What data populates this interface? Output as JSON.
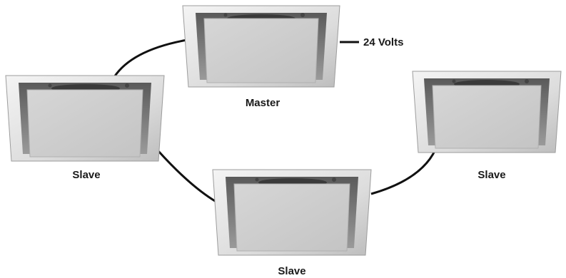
{
  "diagram": {
    "units": [
      {
        "id": "master",
        "label": "Master"
      },
      {
        "id": "slave-left",
        "label": "Slave"
      },
      {
        "id": "slave-bottom",
        "label": "Slave"
      },
      {
        "id": "slave-right",
        "label": "Slave"
      }
    ],
    "power_label": "24 Volts",
    "colors": {
      "wire": "#111111",
      "frame": "#dcdcdc",
      "panel": "#cfcfcf",
      "shadow": "#6a6a6a",
      "label": "#1a1a1a"
    }
  }
}
